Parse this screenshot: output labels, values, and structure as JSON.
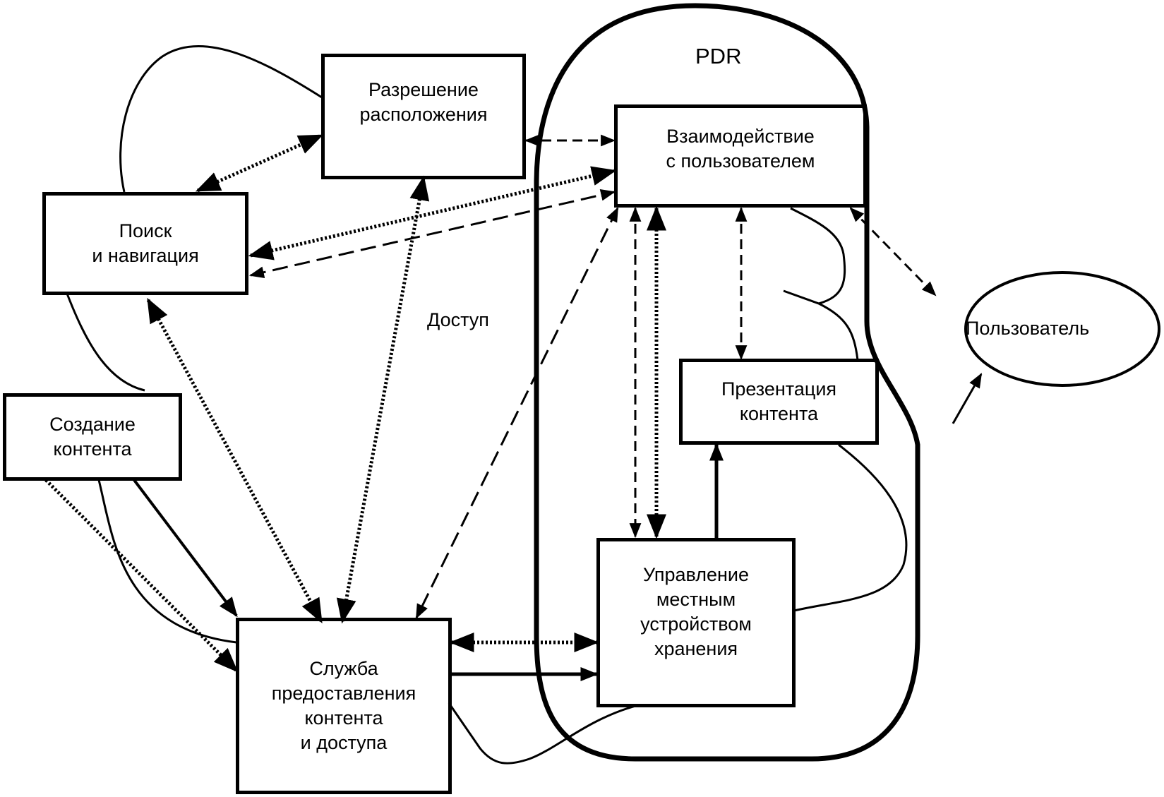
{
  "diagram": {
    "region_title": "PDR",
    "free_label": "Доступ",
    "nodes": {
      "location_resolution": "Разрешение\nрасположения",
      "user_interaction": "Взаимодействие\nс пользователем",
      "search_navigation": "Поиск\nи навигация",
      "content_creation": "Создание\nконтента",
      "content_presentation": "Презентация\nконтента",
      "local_storage": "Управление\nместным\nустройством\nхранения",
      "delivery_access": "Служба\nпредоставления\nконтента\nи доступа",
      "user": "Пользователь"
    },
    "line_styles": [
      "solid",
      "dashed",
      "dotted"
    ]
  }
}
